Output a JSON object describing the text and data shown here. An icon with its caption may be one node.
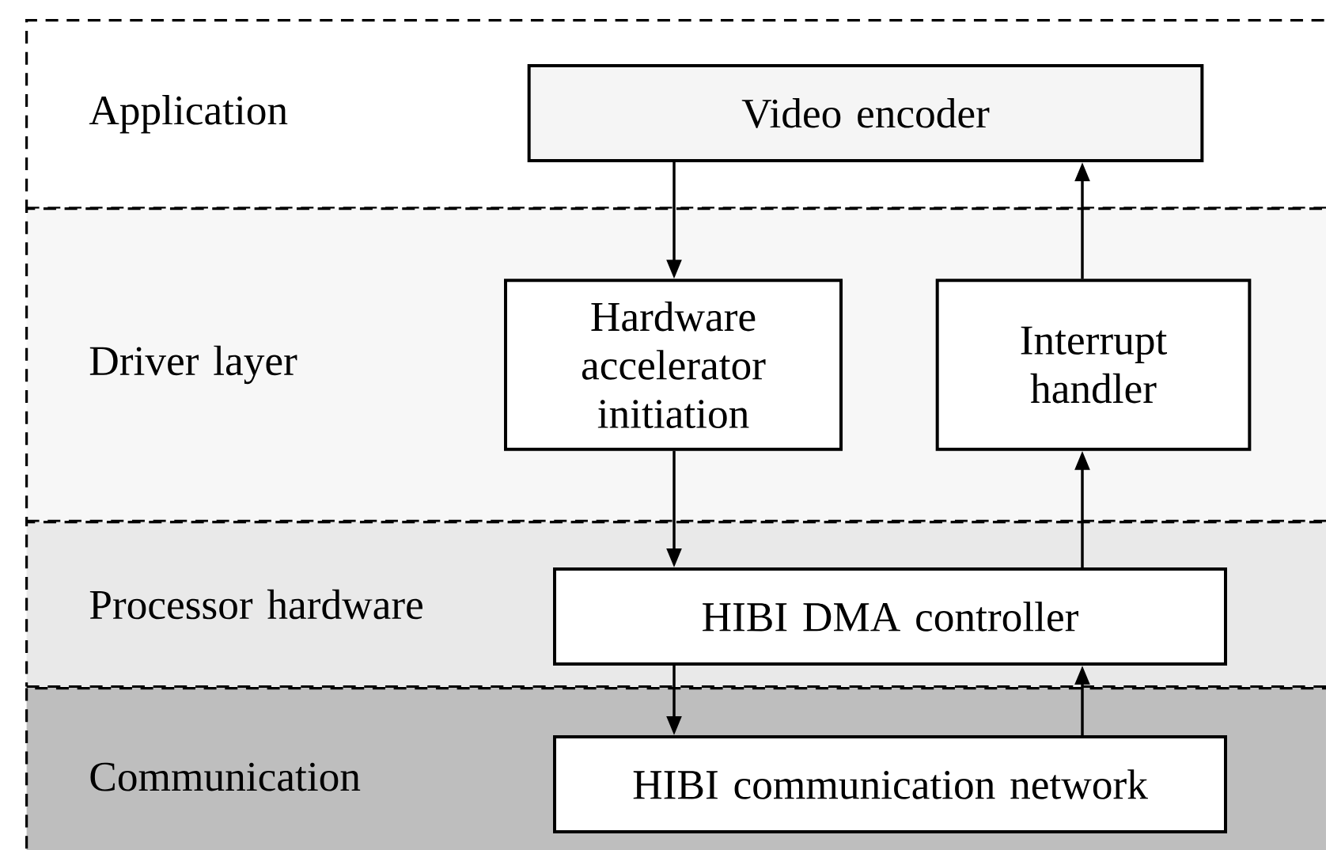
{
  "diagram": {
    "nodes": [
      {
        "text": [
          "Application"
        ]
      },
      {
        "text": [
          "Video encoder"
        ],
        "in": 0
      },
      {
        "text": [
          "Driver layer"
        ]
      },
      {
        "text": [
          "Hardware accelerator initiation"
        ],
        "in": 2
      },
      {
        "text": [
          "Interrupt handler"
        ],
        "in": 2
      },
      {
        "text": [
          "Processor hardware"
        ]
      },
      {
        "text": [
          "HIBI DMA controller"
        ],
        "in": 5
      },
      {
        "text": [
          "Communication"
        ]
      },
      {
        "text": [
          "HIBI communication network"
        ],
        "in": 7
      }
    ],
    "edges": [
      {
        "from": 1,
        "to": 3,
        "arrow": "to"
      },
      {
        "from": 4,
        "to": 1,
        "arrow": "to"
      },
      {
        "from": 3,
        "to": 6,
        "arrow": "to"
      },
      {
        "from": 6,
        "to": 4,
        "arrow": "to"
      },
      {
        "from": 6,
        "to": 8,
        "arrow": "to"
      },
      {
        "from": 8,
        "to": 6,
        "arrow": "to"
      }
    ]
  }
}
